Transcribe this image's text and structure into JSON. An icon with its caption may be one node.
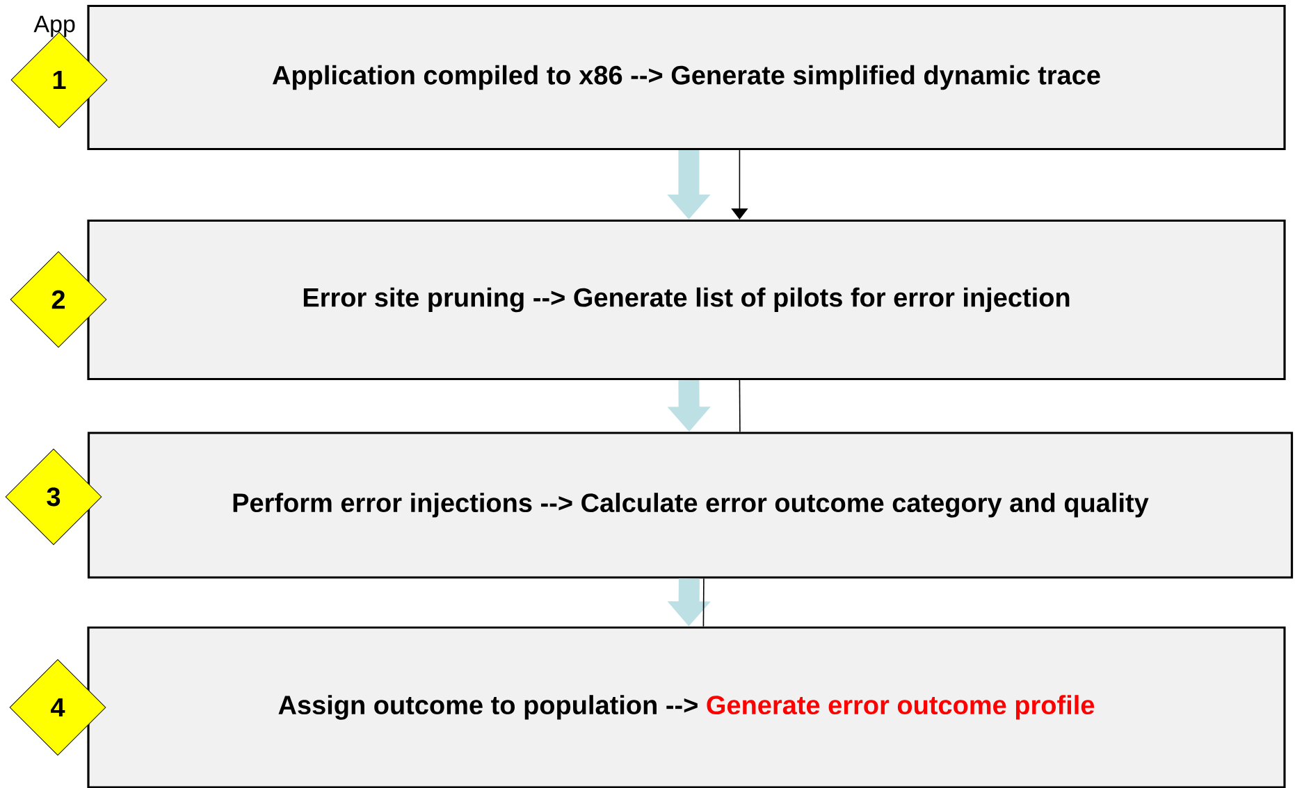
{
  "diagram": {
    "nodes": [
      {
        "text": [
          "1"
        ]
      },
      {
        "text": [
          "Application compiled to x86 --> Generate simplified dynamic trace"
        ]
      },
      {
        "text": [
          "2"
        ]
      },
      {
        "text": [
          "Error site pruning --> Generate list of pilots for error injection"
        ]
      },
      {
        "text": [
          "3"
        ]
      },
      {
        "text": [
          "Perform error injections --> Calculate error outcome category and quality"
        ]
      },
      {
        "text": [
          "4"
        ]
      },
      {
        "text": [
          "Assign outcome to population -->",
          "Generate error outcome profile"
        ]
      }
    ],
    "edges": [
      {
        "from": 1,
        "to": 3,
        "arrow": "to",
        "style": "thick",
        "color": "#bde0e4"
      },
      {
        "from": 3,
        "to": 5,
        "arrow": "to",
        "style": "thick",
        "color": "#bde0e4"
      },
      {
        "from": 5,
        "to": 7,
        "arrow": "to",
        "style": "thick",
        "color": "#bde0e4"
      },
      {
        "from": 1,
        "to": 3,
        "arrow": "to",
        "color": "#000000"
      },
      {
        "from": 3,
        "to": 5,
        "arrow": "none",
        "color": "#000000"
      },
      {
        "from": 5,
        "to": 7,
        "arrow": "none",
        "color": "#000000"
      }
    ],
    "labels": [
      "App"
    ]
  }
}
